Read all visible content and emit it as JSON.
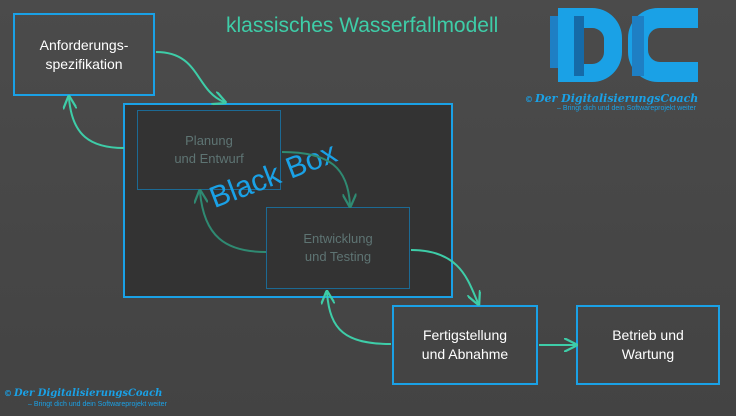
{
  "title": "klassisches Wasserfallmodell",
  "boxes": {
    "requirements": "Anforderungs-\nspezifikation",
    "planning": "Planung\nund Entwurf",
    "development": "Entwicklung\nund Testing",
    "completion": "Fertigstellung\nund Abnahme",
    "operation": "Betrieb und\nWartung"
  },
  "black_box_label": "Black Box",
  "logo": {
    "letters": "DC",
    "credit": "Der DigitalisierungsCoach",
    "copyright": "©",
    "tagline": "– Bringt dich und dein Softwareprojekt weiter"
  },
  "footer": {
    "copyright": "©",
    "credit": "Der DigitalisierungsCoach",
    "tagline": "– Bringt dich und dein Softwareprojekt weiter"
  },
  "colors": {
    "box_border": "#1aa1e6",
    "arrow": "#3ecda8",
    "title": "#3ecda8",
    "inner_border": "#1c6a94",
    "inner_text": "#5e7473",
    "inner_arrow": "#2f8a72"
  }
}
